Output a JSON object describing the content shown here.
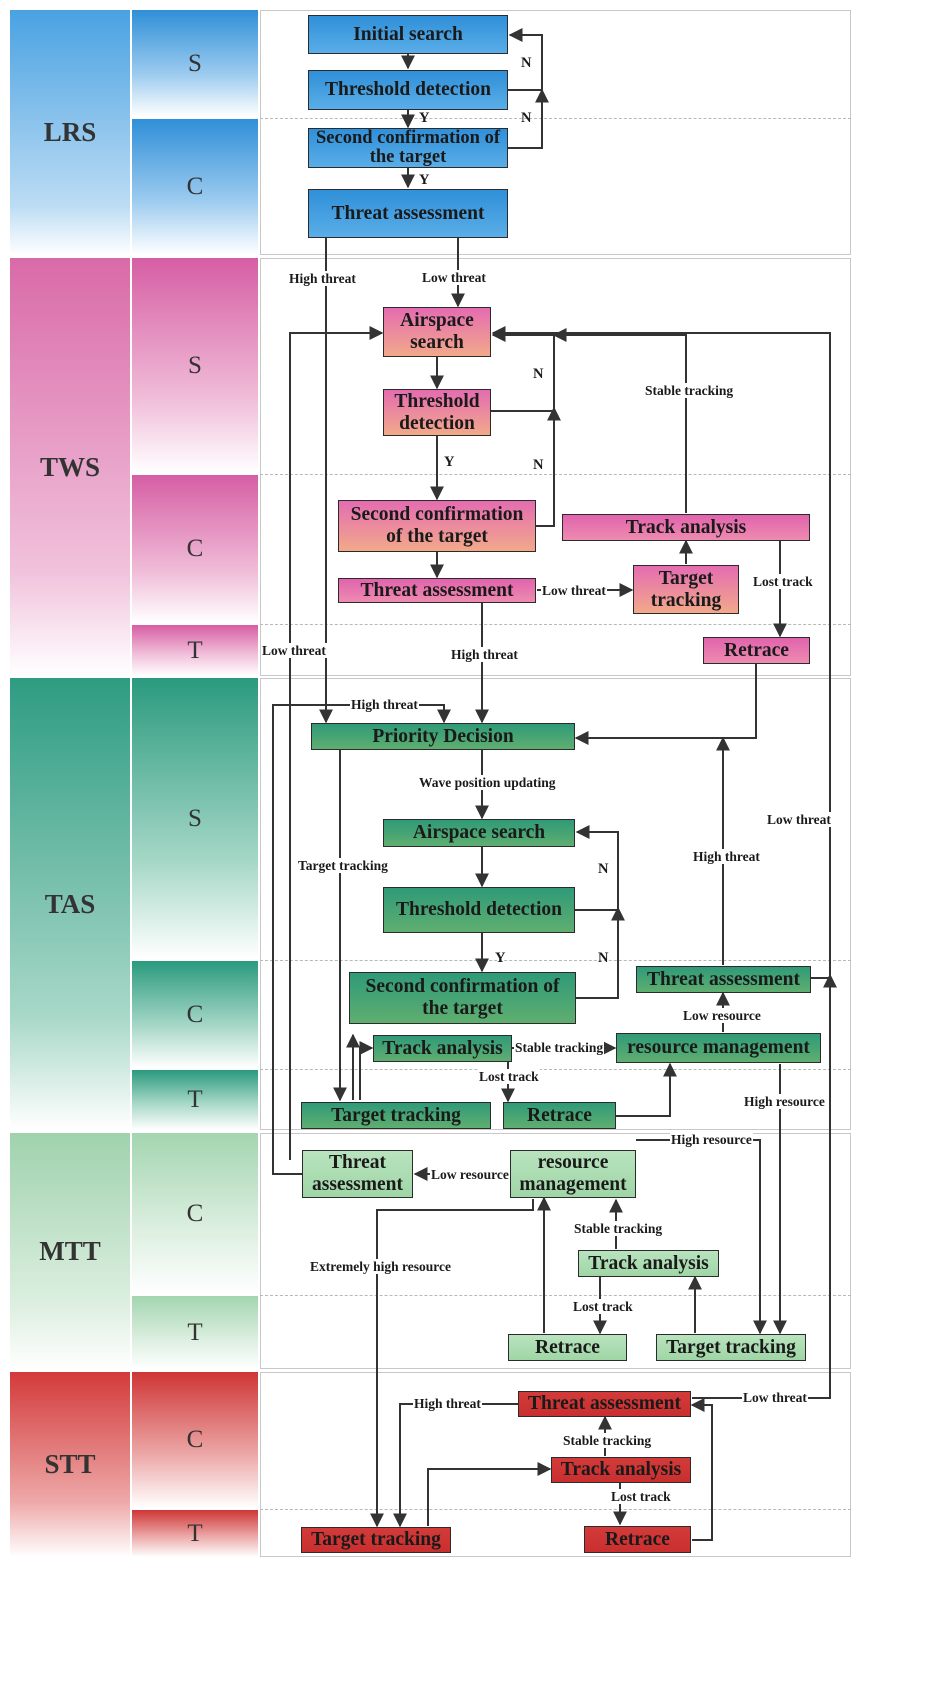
{
  "modes": [
    {
      "id": "LRS",
      "label": "LRS",
      "subs": [
        {
          "label": "S"
        },
        {
          "label": "C"
        }
      ]
    },
    {
      "id": "TWS",
      "label": "TWS",
      "subs": [
        {
          "label": "S"
        },
        {
          "label": "C"
        },
        {
          "label": "T"
        }
      ]
    },
    {
      "id": "TAS",
      "label": "TAS",
      "subs": [
        {
          "label": "S"
        },
        {
          "label": "C"
        },
        {
          "label": "T"
        }
      ]
    },
    {
      "id": "MTT",
      "label": "MTT",
      "subs": [
        {
          "label": "C"
        },
        {
          "label": "T"
        }
      ]
    },
    {
      "id": "STT",
      "label": "STT",
      "subs": [
        {
          "label": "C"
        },
        {
          "label": "T"
        }
      ]
    }
  ],
  "colors": {
    "lrs": "#3b97dd",
    "tws": "#d9609f",
    "tas": "#2e9c82",
    "mtt": "#a7d9b1",
    "stt": "#d33a3a",
    "line": "#333333"
  },
  "nodes": {
    "lrs_initial": "Initial search",
    "lrs_threshold": "Threshold detection",
    "lrs_second": "Second confirmation of the target",
    "lrs_threat": "Threat assessment",
    "tws_airspace": "Airspace search",
    "tws_threshold": "Threshold detection",
    "tws_second": "Second confirmation of the target",
    "tws_threat": "Threat assessment",
    "tws_tracking": "Target tracking",
    "tws_analysis": "Track analysis",
    "tws_retrace": "Retrace",
    "tas_priority": "Priority Decision",
    "tas_airspace": "Airspace search",
    "tas_threshold": "Threshold detection",
    "tas_second": "Second confirmation of the target",
    "tas_threat": "Threat assessment",
    "tas_analysis": "Track analysis",
    "tas_resource": "resource management",
    "tas_tracking": "Target tracking",
    "tas_retrace": "Retrace",
    "mtt_threat": "Threat assessment",
    "mtt_resource": "resource management",
    "mtt_analysis": "Track analysis",
    "mtt_retrace": "Retrace",
    "mtt_tracking": "Target tracking",
    "stt_threat": "Threat assessment",
    "stt_analysis": "Track analysis",
    "stt_tracking": "Target tracking",
    "stt_retrace": "Retrace"
  },
  "edge_labels": {
    "n": "N",
    "y": "Y",
    "high_threat": "High threat",
    "low_threat": "Low threat",
    "stable_tracking": "Stable tracking",
    "lost_track": "Lost track",
    "wave_position": "Wave position updating",
    "target_tracking": "Target tracking",
    "low_resource": "Low resource",
    "high_resource": "High resource",
    "extremely_high_resource": "Extremely high resource"
  }
}
